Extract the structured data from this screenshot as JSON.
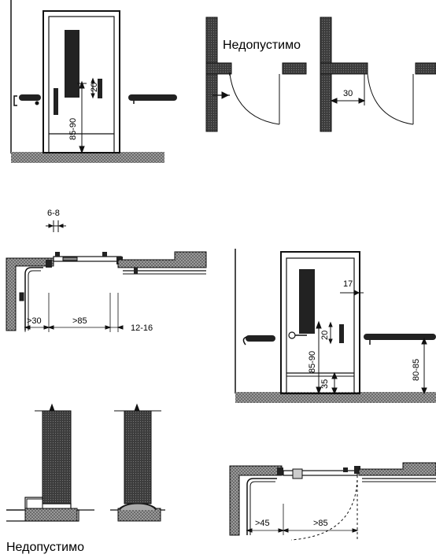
{
  "colors": {
    "ink": "#111111",
    "dark_fill": "#3a3a3a",
    "floor": "#555555",
    "paper": "#ffffff"
  },
  "labels": {
    "not_allowed_top": "Недопустимо",
    "not_allowed_bottom": "Недопустимо",
    "door1_height": "85-90",
    "door1_handle": "20",
    "gap_30": "30",
    "gap_6_8": "6-8",
    "plan1_left": ">30",
    "plan1_mid": ">85",
    "plan1_right": "12-16",
    "door2_17": "17",
    "door2_height": "85-90",
    "door2_handle": "20",
    "door2_bottom": "35",
    "rail_height": "80-85",
    "plan2_left": ">45",
    "plan2_mid": ">85"
  }
}
